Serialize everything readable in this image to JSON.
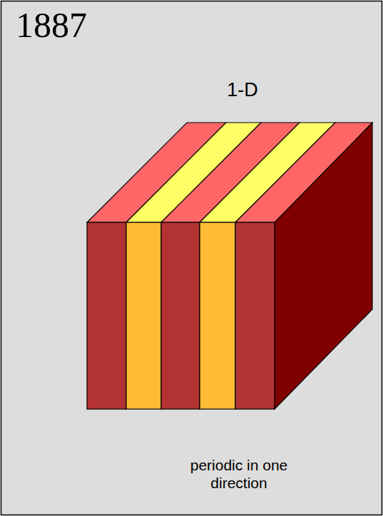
{
  "diagram": {
    "title": "1887",
    "labels": [
      "1-D",
      "periodic in one direction"
    ]
  }
}
